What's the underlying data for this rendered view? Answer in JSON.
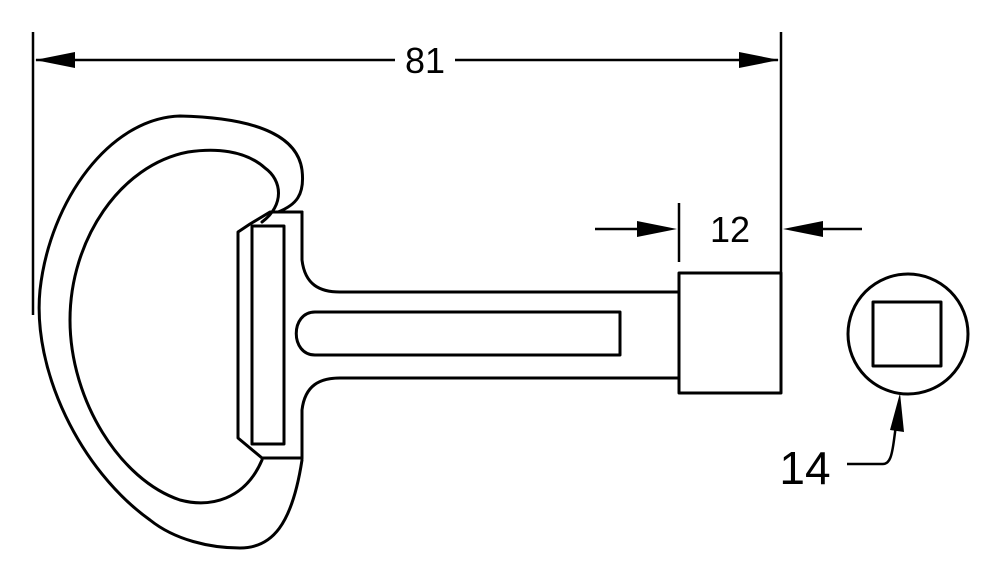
{
  "dimensions": {
    "overall_length": "81",
    "bit_length": "12",
    "square_size": "14"
  },
  "colors": {
    "ink": "#000000",
    "background": "#ffffff"
  }
}
